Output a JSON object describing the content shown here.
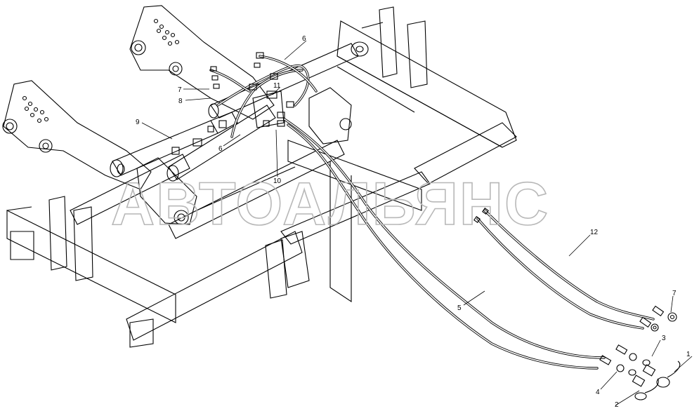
{
  "watermark": "АВТОАЛЬЯНС",
  "callouts": {
    "c1": "1",
    "c2": "2",
    "c3": "3",
    "c4": "4",
    "c5": "5",
    "c6a": "6",
    "c6b": "6",
    "c7a": "7",
    "c7b": "7",
    "c8": "8",
    "c9": "9",
    "c10": "10",
    "c11": "11",
    "c12": "12"
  }
}
